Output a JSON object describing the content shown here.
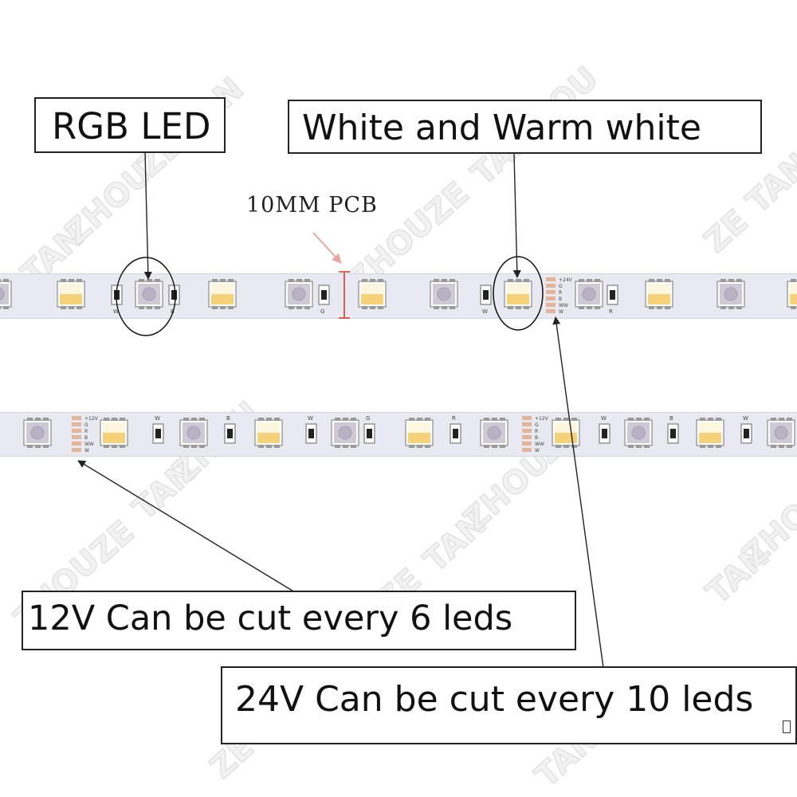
{
  "labels": {
    "rgb_led": "RGB LED",
    "white_warm": "White and Warm white",
    "pcb": "10MM PCB",
    "cut_12v": "12V Can be cut every 6 leds",
    "cut_24v": "24V Can be cut every 10 leds"
  },
  "watermark": [
    "TAN",
    "ZHOU",
    "ZE"
  ],
  "strip_markings": {
    "resistor_marks": [
      "W",
      "B",
      "G",
      "R"
    ],
    "pads_top": [
      "+24V",
      "G",
      "R",
      "B",
      "WW",
      "W"
    ],
    "pads_bottom": [
      "+12V",
      "G",
      "R",
      "B",
      "WW",
      "W"
    ]
  },
  "colors": {
    "strip": "#e9e9f1",
    "pad": "#e4b49a",
    "ww_led": "#f5d27a",
    "cw_led": "#fdf6de",
    "rgb_led": "#cfc9d6",
    "dimension": "#d2422f",
    "pcb_arrow": "#e8a6a1"
  }
}
